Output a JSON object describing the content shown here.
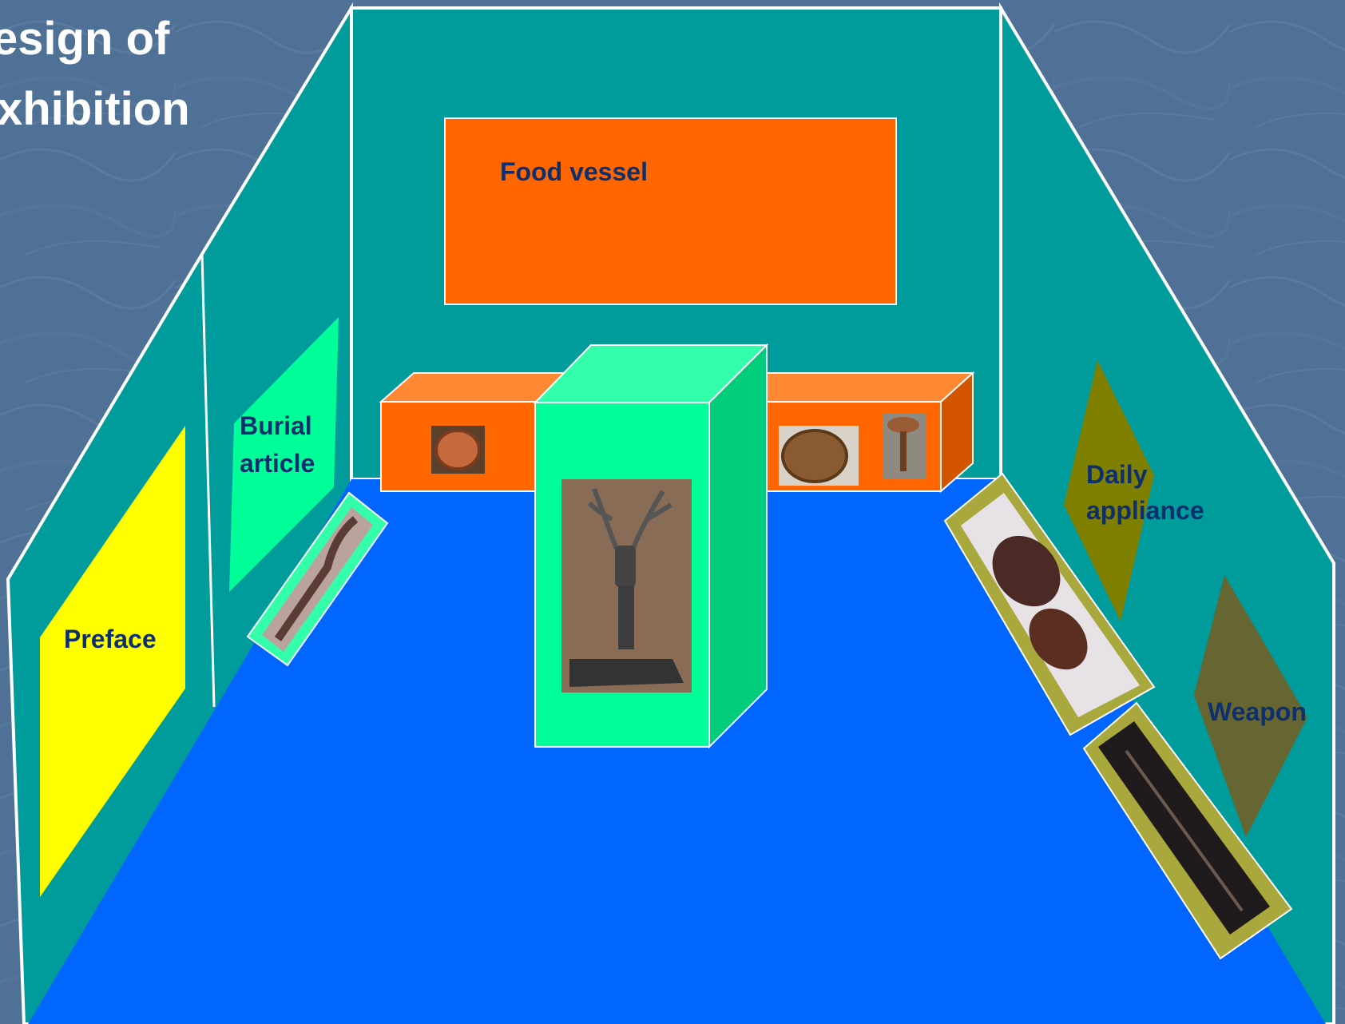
{
  "slide": {
    "title_line1": "esign of",
    "title_line2": "xhibition"
  },
  "sections": {
    "food_vessel": "Food vessel",
    "burial_line1": "Burial",
    "burial_line2": "article",
    "preface": "Preface",
    "daily_line1": "Daily",
    "daily_line2": "appliance",
    "weapon": "Weapon"
  },
  "colors": {
    "background": "#4f7196",
    "walls": "#009b9b",
    "floor": "#0066ff",
    "food_vessel_panel": "#ff6600",
    "preface_panel": "#ffff00",
    "burial_panel": "#00ff99",
    "daily_panel": "#808000",
    "weapon_panel": "#666633",
    "center_case": "#00ff99"
  },
  "icons": {
    "center_exhibit": "antler-statue-photo",
    "left_case_exhibit": "wooden-spoon-photo",
    "shelf_left_exhibit": "wooden-bowl-photo",
    "shelf_right_exhibits": "bowl-and-stand-photos",
    "daily_case_exhibit": "lacquer-plates-photo",
    "weapon_case_exhibit": "spear-photo"
  }
}
